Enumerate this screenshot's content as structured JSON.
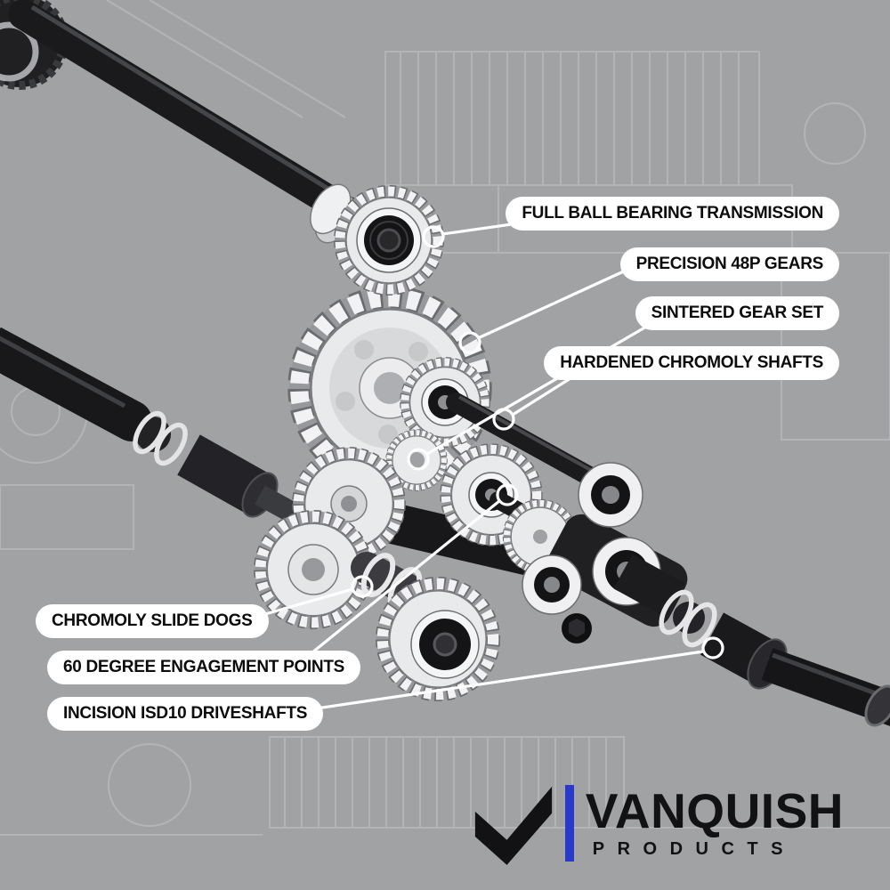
{
  "scene": {
    "background_color": "#a1a2a4",
    "blueprint_line_color": "#c2c3c6",
    "callout_line_color": "#ffffff",
    "callout_pill_color": "#ffffff"
  },
  "callouts": {
    "right": [
      {
        "label": "FULL BALL BEARING TRANSMISSION"
      },
      {
        "label": "PRECISION 48P GEARS"
      },
      {
        "label": "SINTERED GEAR SET"
      },
      {
        "label": "HARDENED CHROMOLY SHAFTS"
      }
    ],
    "left": [
      {
        "label": "CHROMOLY SLIDE DOGS"
      },
      {
        "label": "60 DEGREE ENGAGEMENT POINTS"
      },
      {
        "label": "INCISION ISD10 DRIVESHAFTS"
      }
    ]
  },
  "logo": {
    "brand": "VANQUISH",
    "subtitle": "PRODUCTS",
    "accent_color": "#2838cc",
    "text_color": "#121214",
    "mark_icon": "vanquish-check-icon"
  }
}
